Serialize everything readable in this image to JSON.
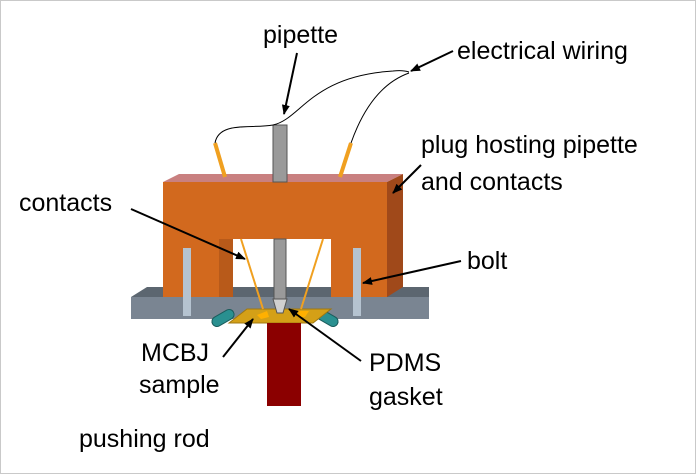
{
  "labels": {
    "pipette": "pipette",
    "electrical_wiring": "electrical wiring",
    "plug_line1": "plug hosting pipette",
    "plug_line2": "and contacts",
    "contacts": "contacts",
    "bolt": "bolt",
    "mcbj_line1": "MCBJ",
    "mcbj_line2": "sample",
    "pdms_line1": "PDMS",
    "pdms_line2": "gasket",
    "pushing_rod": "pushing rod"
  },
  "colors": {
    "plug_front": "#d2691e",
    "plug_top": "#c98080",
    "plug_side": "#a0491a",
    "base_plate": "#7a8592",
    "base_plate_top": "#5c6670",
    "bolt": "#b5c3d0",
    "pipette": "#9a9a9a",
    "contact_wire": "#f0a020",
    "sample": "#d4a017",
    "gasket": "#2a9090",
    "pushing_rod": "#8b0000"
  }
}
